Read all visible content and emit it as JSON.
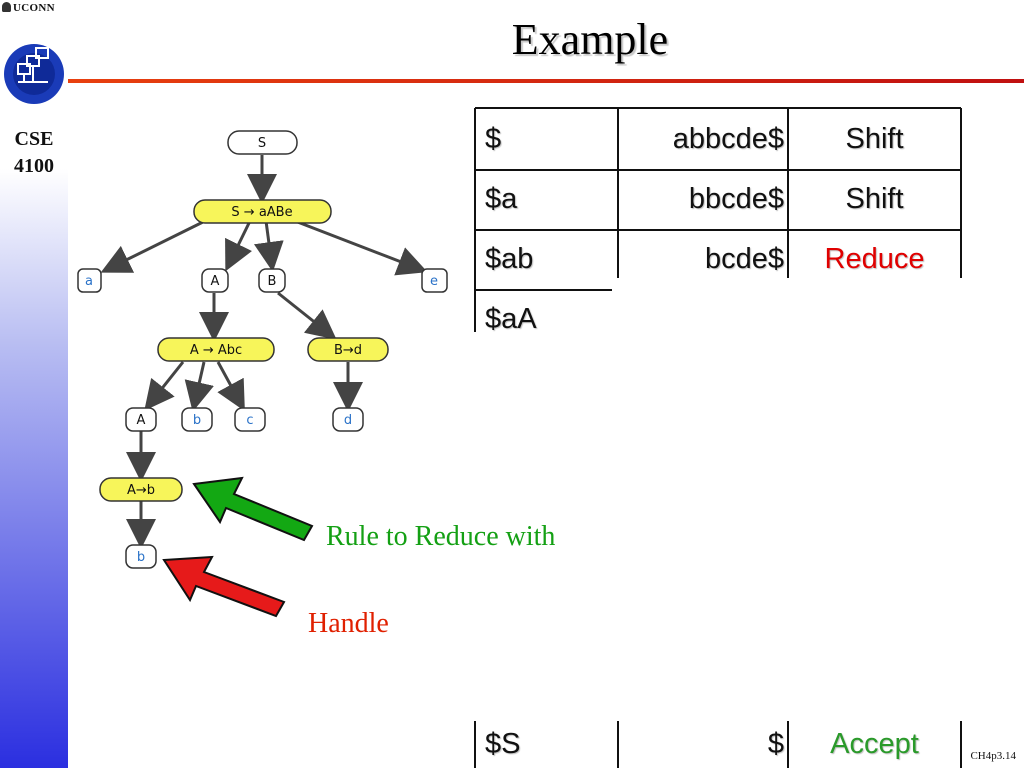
{
  "header": {
    "university": "UCONN",
    "title": "Example",
    "course": [
      "CSE",
      "4100"
    ]
  },
  "tree": {
    "root": "S",
    "rule_s": "S → aABe",
    "a": "a",
    "A": "A",
    "B": "B",
    "e": "e",
    "rule_a": "A → Abc",
    "rule_b": "B→d",
    "A2": "A",
    "b1": "b",
    "c": "c",
    "d": "d",
    "rule_ab": "A→b",
    "b2": "b"
  },
  "parse_table": {
    "rows": [
      {
        "stack": "$",
        "input": "abbcde$",
        "action": "Shift",
        "action_color": "#111111"
      },
      {
        "stack": "$a",
        "input": "bbcde$",
        "action": "Shift",
        "action_color": "#111111"
      },
      {
        "stack": "$ab",
        "input": "bcde$",
        "action": "Reduce",
        "action_color": "#e00000"
      },
      {
        "stack": "$aA",
        "input": "",
        "action": "",
        "action_color": "#111111"
      }
    ],
    "final_row": {
      "stack": "$S",
      "input": "$",
      "action": "Accept",
      "action_color": "#2a9a2a"
    }
  },
  "annotations": {
    "rule_label": "Rule to Reduce with",
    "rule_color": "#14a014",
    "handle_label": "Handle",
    "handle_color": "#e02000"
  },
  "footer": {
    "page": "CH4p3.14"
  },
  "colors": {
    "node_yellow": "#f7f55a",
    "node_blue_text": "#2a72c8",
    "arrow_green": "#13a813",
    "arrow_red": "#e61a1a"
  }
}
